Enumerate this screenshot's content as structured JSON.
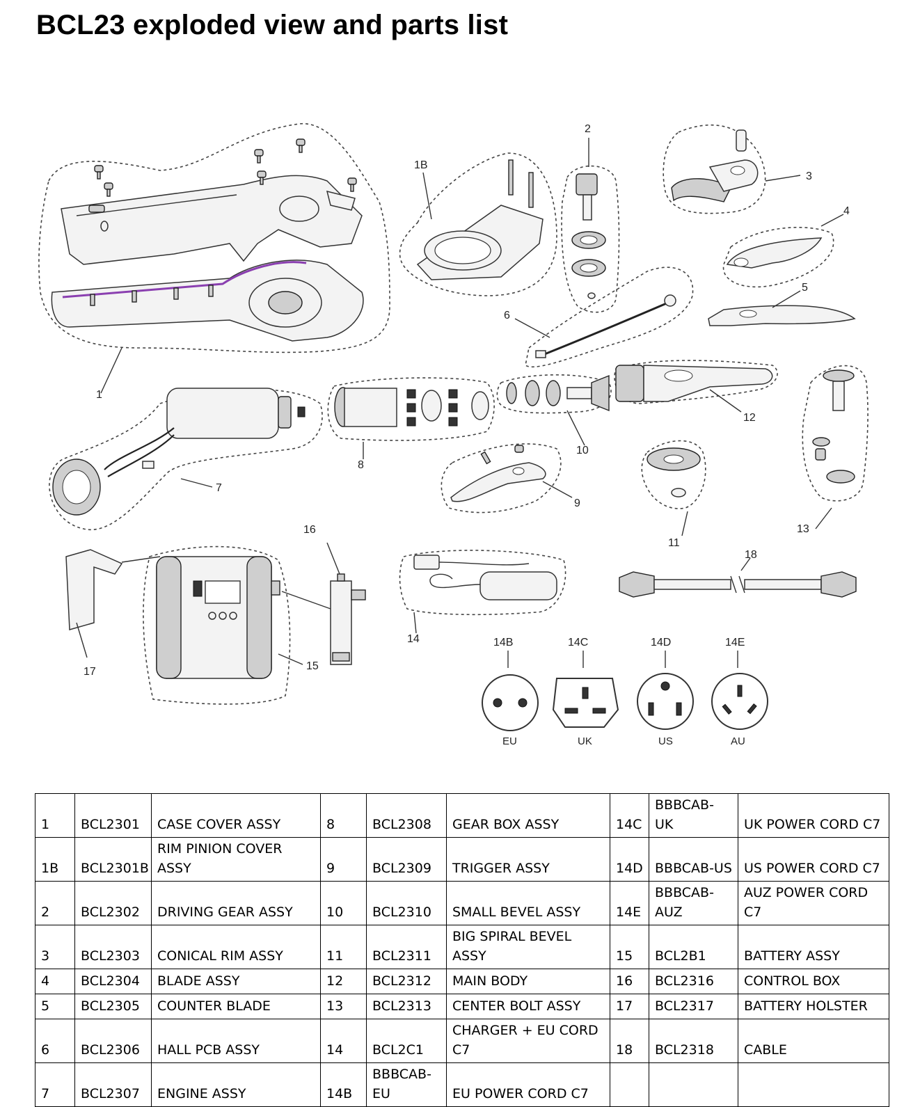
{
  "title": "BCL23 exploded view and parts list",
  "diagram": {
    "callouts": [
      "1",
      "1B",
      "2",
      "3",
      "4",
      "5",
      "6",
      "7",
      "8",
      "9",
      "10",
      "11",
      "12",
      "13",
      "14",
      "15",
      "16",
      "17",
      "18"
    ],
    "plugs": [
      {
        "code": "14B",
        "label": "EU"
      },
      {
        "code": "14C",
        "label": "UK"
      },
      {
        "code": "14D",
        "label": "US"
      },
      {
        "code": "14E",
        "label": "AU"
      }
    ]
  },
  "parts_table": {
    "rows": [
      [
        {
          "no": "1",
          "ref": "BCL2301",
          "desc": "CASE COVER ASSY"
        },
        {
          "no": "8",
          "ref": "BCL2308",
          "desc": "GEAR BOX ASSY"
        },
        {
          "no": "14C",
          "ref": "BBBCAB-UK",
          "desc": "UK  POWER CORD C7"
        }
      ],
      [
        {
          "no": "1B",
          "ref": "BCL2301B",
          "desc": "RIM PINION COVER ASSY"
        },
        {
          "no": "9",
          "ref": "BCL2309",
          "desc": "TRIGGER ASSY"
        },
        {
          "no": "14D",
          "ref": "BBBCAB-US",
          "desc": "US POWER CORD C7"
        }
      ],
      [
        {
          "no": "2",
          "ref": "BCL2302",
          "desc": "DRIVING GEAR ASSY"
        },
        {
          "no": "10",
          "ref": "BCL2310",
          "desc": "SMALL BEVEL ASSY"
        },
        {
          "no": "14E",
          "ref": "BBBCAB-AUZ",
          "desc": "AUZ POWER CORD C7"
        }
      ],
      [
        {
          "no": "3",
          "ref": "BCL2303",
          "desc": "CONICAL RIM ASSY"
        },
        {
          "no": "11",
          "ref": "BCL2311",
          "desc": "BIG SPIRAL BEVEL ASSY"
        },
        {
          "no": "15",
          "ref": "BCL2B1",
          "desc": "BATTERY ASSY"
        }
      ],
      [
        {
          "no": "4",
          "ref": "BCL2304",
          "desc": "BLADE ASSY"
        },
        {
          "no": "12",
          "ref": "BCL2312",
          "desc": "MAIN BODY"
        },
        {
          "no": "16",
          "ref": "BCL2316",
          "desc": "CONTROL BOX"
        }
      ],
      [
        {
          "no": "5",
          "ref": "BCL2305",
          "desc": "COUNTER BLADE"
        },
        {
          "no": "13",
          "ref": "BCL2313",
          "desc": "CENTER BOLT ASSY"
        },
        {
          "no": "17",
          "ref": "BCL2317",
          "desc": "BATTERY HOLSTER"
        }
      ],
      [
        {
          "no": "6",
          "ref": "BCL2306",
          "desc": "HALL PCB ASSY"
        },
        {
          "no": "14",
          "ref": "BCL2C1",
          "desc": "CHARGER + EU  CORD C7"
        },
        {
          "no": "18",
          "ref": "BCL2318",
          "desc": "CABLE"
        }
      ],
      [
        {
          "no": "7",
          "ref": "BCL2307",
          "desc": "ENGINE ASSY"
        },
        {
          "no": "14B",
          "ref": "BBBCAB-EU",
          "desc": "EU POWER CORD C7"
        },
        {
          "no": "",
          "ref": "",
          "desc": ""
        }
      ]
    ]
  }
}
